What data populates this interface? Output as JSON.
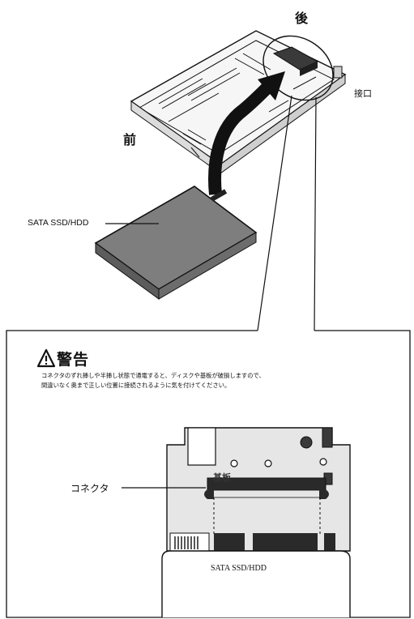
{
  "labels": {
    "rear": "後",
    "front": "前",
    "port": "接口",
    "drive_top": "SATA SSD/HDD",
    "drive_bottom": "SATA SSD/HDD",
    "board": "基板",
    "connector": "コネクタ"
  },
  "warning": {
    "title": "警告",
    "line1": "コネクタのずれ挿しや半挿し状態で通電すると、ディスクや基板が破損しますので、",
    "line2": "間違いなく奥まで正しい位置に接続されるように気を付けてください。"
  },
  "colors": {
    "board_fill": "#e6e6e6",
    "drive_fill": "#7e7e7e",
    "connector_fill": "#2a2a2a",
    "line": "#111111"
  }
}
